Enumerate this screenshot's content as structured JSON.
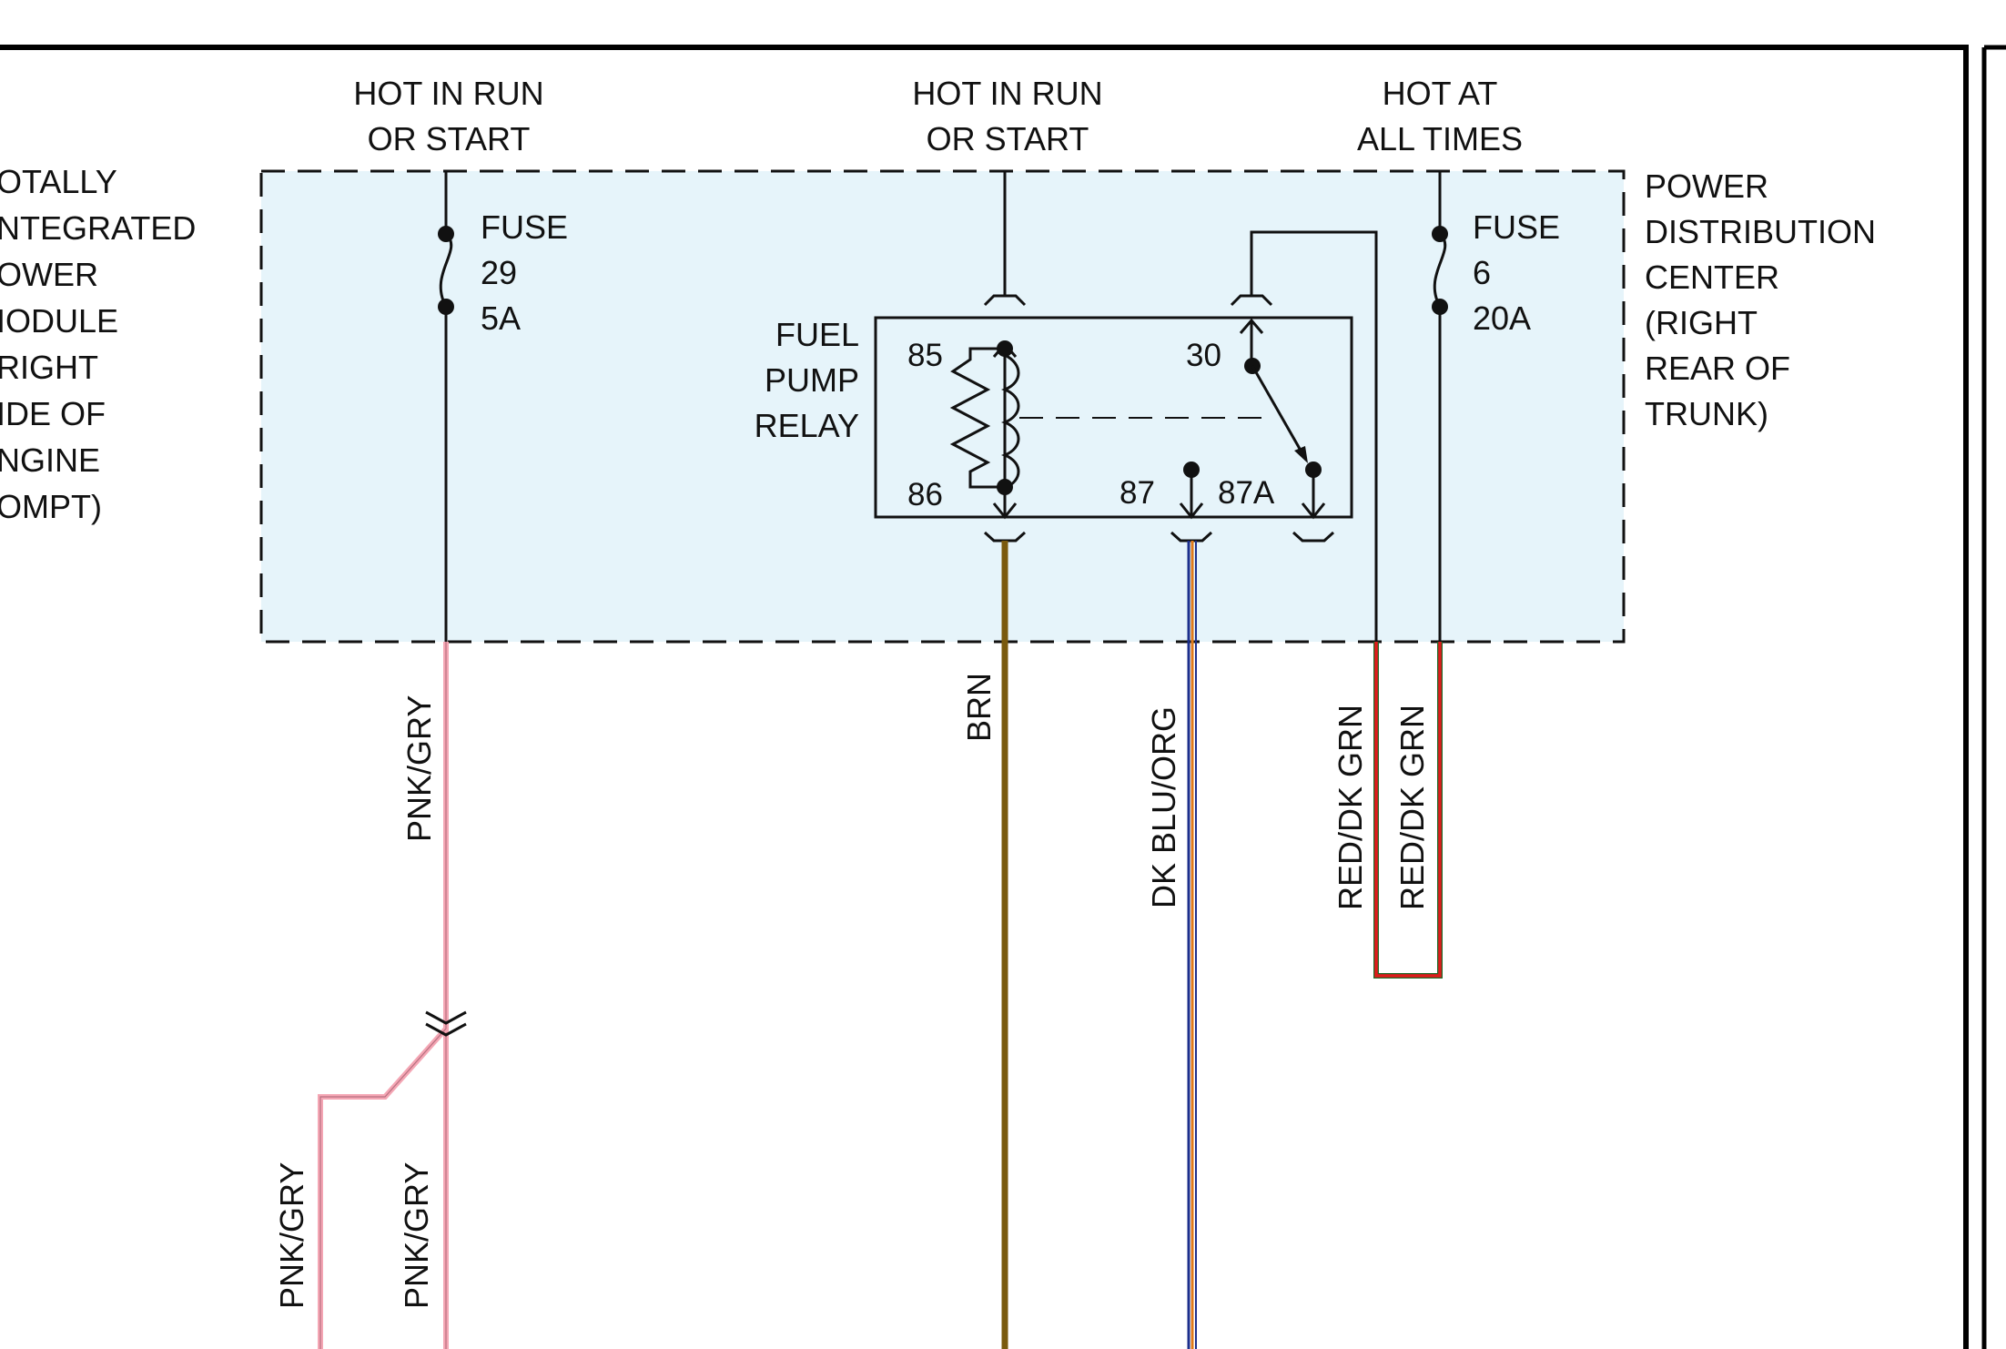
{
  "module_left": {
    "lines": [
      "OTALLY",
      "NTEGRATED",
      "OWER",
      "IODULE",
      "RIGHT",
      "IDE OF",
      "NGINE",
      "OMPT)"
    ]
  },
  "module_right": {
    "lines": [
      "POWER",
      "DISTRIBUTION",
      "CENTER",
      "(RIGHT",
      "REAR OF",
      "TRUNK)"
    ]
  },
  "sources": {
    "left": [
      "HOT IN RUN",
      "OR START"
    ],
    "middle": [
      "HOT IN RUN",
      "OR START"
    ],
    "right": [
      "HOT AT",
      "ALL TIMES"
    ]
  },
  "fuses": {
    "fuse29": [
      "FUSE",
      "29",
      "5A"
    ],
    "fuse6": [
      "FUSE",
      "6",
      "20A"
    ]
  },
  "relay": {
    "title": [
      "FUEL",
      "PUMP",
      "RELAY"
    ],
    "pins": {
      "p85": "85",
      "p86": "86",
      "p30": "30",
      "p87": "87",
      "p87a": "87A"
    }
  },
  "wires": {
    "pnk_gry_top": "PNK/GRY",
    "brn": "BRN",
    "dk_blu_org": "DK BLU/ORG",
    "red_dk_grn_1": "RED/DK GRN",
    "red_dk_grn_2": "RED/DK GRN",
    "pnk_gry_branch": "PNK/GRY",
    "pnk_gry_main": "PNK/GRY"
  },
  "colors": {
    "module_fill": "#e6f4fa",
    "pnk_gry": "#f4a6b4",
    "brn": "#7a5a0e",
    "dk_blu": "#1c2f8c",
    "org": "#e07a1a",
    "red": "#e01b1b",
    "dk_grn": "#1f6b2a"
  }
}
